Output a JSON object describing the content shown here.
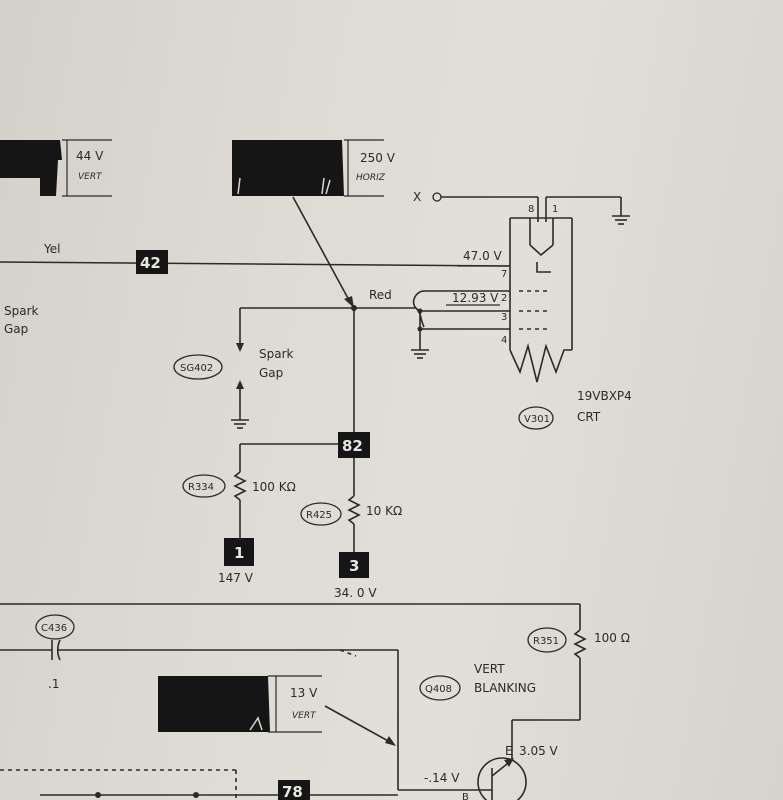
{
  "waveforms": {
    "vert_44": {
      "value": "44 V",
      "mode": "VERT"
    },
    "horiz_250": {
      "value": "250 V",
      "mode": "HORIZ"
    },
    "vert_13": {
      "value": "13 V",
      "mode": "VERT"
    }
  },
  "wires": {
    "yellow": "Yel",
    "red": "Red"
  },
  "terminals": {
    "x_label": "X"
  },
  "test_points": {
    "tp42": "42",
    "tp82": "82",
    "tp1": "1",
    "tp3": "3",
    "tp78": "78"
  },
  "voltages": {
    "pin7": "47.0 V",
    "pin2": "12.93 V",
    "tp1": "147 V",
    "tp3": "34. 0 V",
    "q408_base": "-.14 V",
    "q408_emitter": "3.05 V"
  },
  "crt": {
    "ref": "V301",
    "model": "19VBXP4",
    "type": "CRT",
    "pins": {
      "p8": "8",
      "p1": "1",
      "p7": "7",
      "p2": "2",
      "p3": "3",
      "p4": "4"
    }
  },
  "spark_gaps": {
    "left": {
      "line1": "Spark",
      "line2": "Gap"
    },
    "sg402": {
      "ref": "SG402",
      "line1": "Spark",
      "line2": "Gap"
    }
  },
  "resistors": {
    "r334": {
      "ref": "R334",
      "value": "100 KΩ"
    },
    "r425": {
      "ref": "R425",
      "value": "10 KΩ"
    },
    "r351": {
      "ref": "R351",
      "value": "100 Ω"
    }
  },
  "capacitors": {
    "c436": {
      "ref": "C436",
      "value": ".1"
    }
  },
  "transistors": {
    "q408": {
      "ref": "Q408",
      "line1": "VERT",
      "line2": "BLANKING",
      "emitter_pin": "E",
      "base_pin": "B"
    }
  }
}
